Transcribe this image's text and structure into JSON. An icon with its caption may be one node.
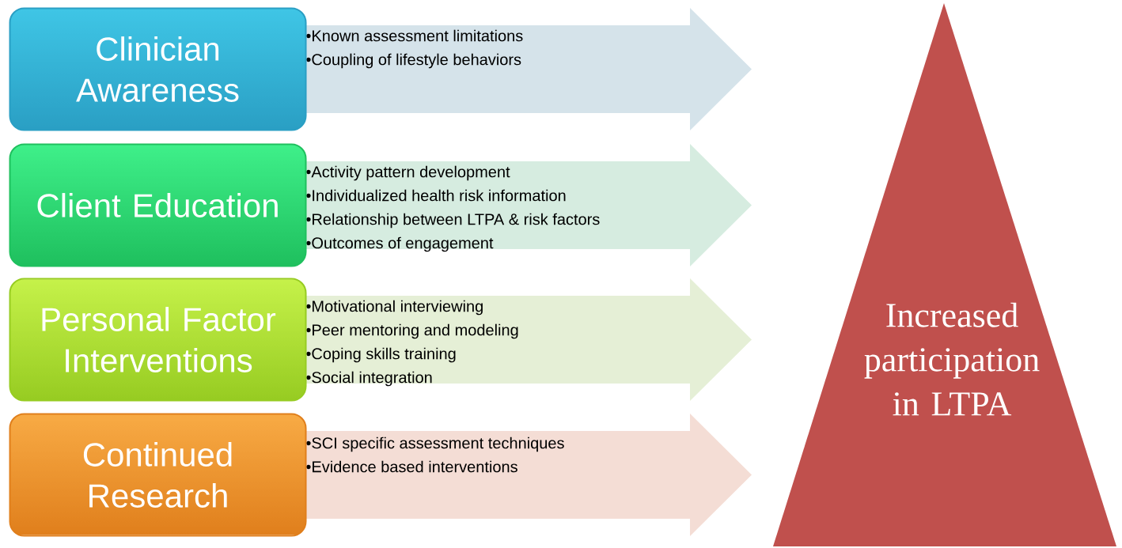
{
  "diagram": {
    "nodes": [
      {
        "text": [
          "Clinician Awareness"
        ]
      },
      {
        "text": [
          "•Known assessment limitations",
          "•Coupling of  lifestyle behaviors"
        ]
      },
      {
        "text": [
          "Client Education"
        ]
      },
      {
        "text": [
          "•Activity pattern development",
          "•Individualized health risk information",
          "•Relationship between LTPA & risk factors",
          "•Outcomes of engagement"
        ]
      },
      {
        "text": [
          "Personal Factor Interventions"
        ]
      },
      {
        "text": [
          "•Motivational interviewing",
          "•Peer mentoring and modeling",
          "•Coping  skills training",
          "•Social integration"
        ]
      },
      {
        "text": [
          "Continued Research"
        ]
      },
      {
        "text": [
          "•SCI specific assessment techniques",
          "•Evidence based interventions"
        ]
      },
      {
        "text": [
          "Increased participation in LTPA"
        ]
      }
    ]
  }
}
